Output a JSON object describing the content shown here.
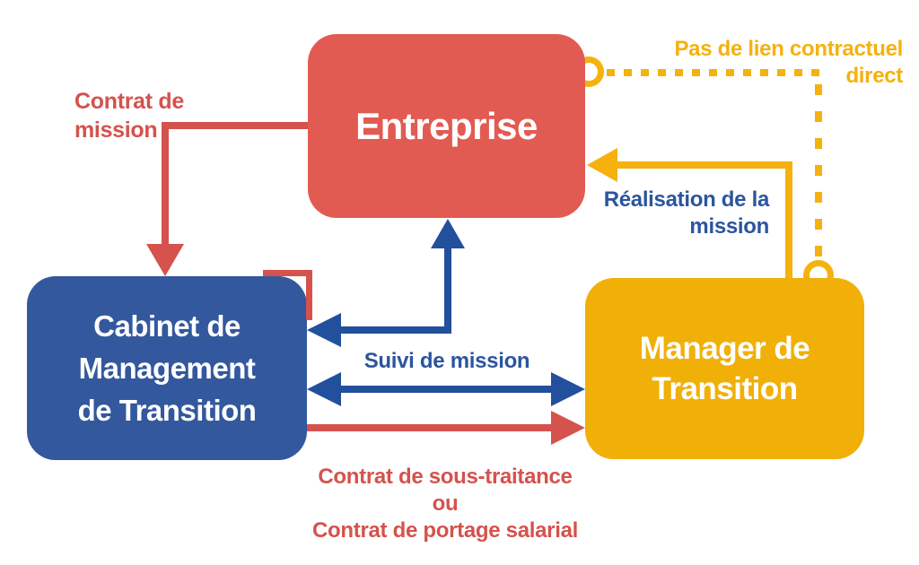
{
  "palette": {
    "red_box": "#E25B52",
    "red_line": "#D5524D",
    "blue_box": "#33589D",
    "blue_line": "#23509C",
    "blue_label": "#2B559E",
    "yellow_box": "#F0B008",
    "yellow_line": "#F5B10D",
    "node_text": "#FFFFFF"
  },
  "nodes": {
    "entreprise": {
      "label": "Entreprise"
    },
    "cabinet": {
      "lines": [
        "Cabinet de",
        "Management",
        "de Transition"
      ]
    },
    "manager": {
      "lines": [
        "Manager de",
        "Transition"
      ]
    }
  },
  "edges": {
    "contrat_mission": {
      "lines": [
        "Contrat de",
        "mission"
      ]
    },
    "pas_de_lien": {
      "lines": [
        "Pas de lien contractuel",
        "direct"
      ]
    },
    "realisation": {
      "lines": [
        "Réalisation de la",
        "mission"
      ]
    },
    "suivi": {
      "label": "Suivi de mission"
    },
    "sous_traitance": {
      "lines": [
        "Contrat de sous-traitance",
        "ou",
        "Contrat de portage salarial"
      ]
    }
  }
}
